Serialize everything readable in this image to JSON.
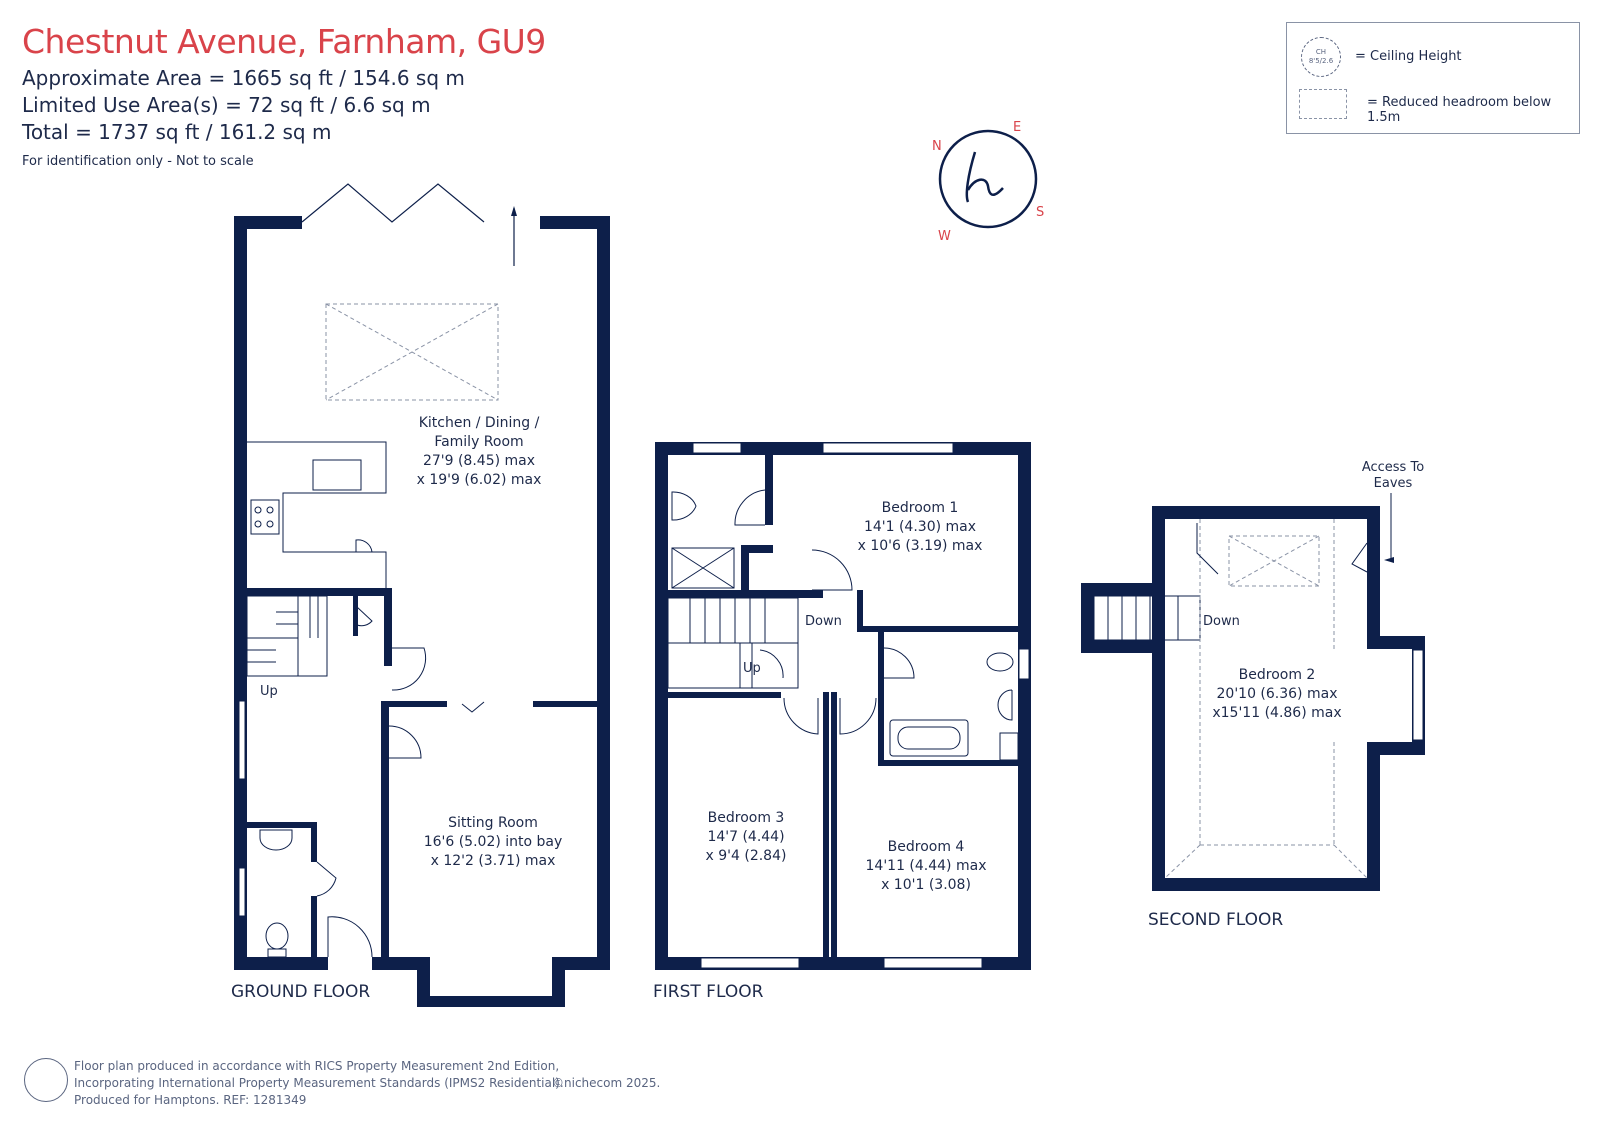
{
  "header": {
    "title": "Chestnut Avenue, Farnham, GU9",
    "approximate_area": "Approximate Area = 1665 sq ft / 154.6 sq m",
    "limited_use_area": "Limited Use Area(s) = 72 sq ft / 6.6 sq m",
    "total": "Total = 1737 sq ft / 161.2 sq m",
    "identification": "For identification only - Not to scale"
  },
  "legend": {
    "ceiling_icon_line1": "CH",
    "ceiling_icon_line2": "8'5/2.6",
    "ceiling_height": "= Ceiling Height",
    "reduced_headroom": "= Reduced headroom below 1.5m"
  },
  "compass": {
    "n": "N",
    "e": "E",
    "s": "S",
    "w": "W"
  },
  "floors": {
    "ground": {
      "label": "GROUND FLOOR",
      "rooms": {
        "kitchen": [
          "Kitchen / Dining /",
          "Family Room",
          "27'9 (8.45) max",
          "x 19'9 (6.02) max"
        ],
        "sitting": [
          "Sitting Room",
          "16'6 (5.02) into bay",
          "x 12'2 (3.71) max"
        ]
      },
      "up": "Up"
    },
    "first": {
      "label": "FIRST FLOOR",
      "rooms": {
        "bed1": [
          "Bedroom 1",
          "14'1 (4.30) max",
          "x 10'6 (3.19) max"
        ],
        "bed3": [
          "Bedroom 3",
          "14'7 (4.44)",
          "x 9'4 (2.84)"
        ],
        "bed4": [
          "Bedroom 4",
          "14'11 (4.44) max",
          "x 10'1 (3.08)"
        ]
      },
      "down": "Down",
      "up": "Up"
    },
    "second": {
      "label": "SECOND FLOOR",
      "rooms": {
        "bed2": [
          "Bedroom 2",
          "20'10 (6.36) max",
          "x15'11 (4.86) max"
        ]
      },
      "down": "Down",
      "eaves": [
        "Access To",
        "Eaves"
      ]
    }
  },
  "footer": {
    "line1": "Floor plan produced in accordance with RICS Property Measurement 2nd Edition,",
    "line2": "Incorporating International Property Measurement Standards (IPMS2 Residential).",
    "line3": "Produced for Hamptons.   REF: 1281349",
    "copyright": "©nichecom 2025."
  },
  "colors": {
    "wall": "#0d1f4a",
    "title": "#d9434a",
    "text": "#1e2a4a"
  }
}
